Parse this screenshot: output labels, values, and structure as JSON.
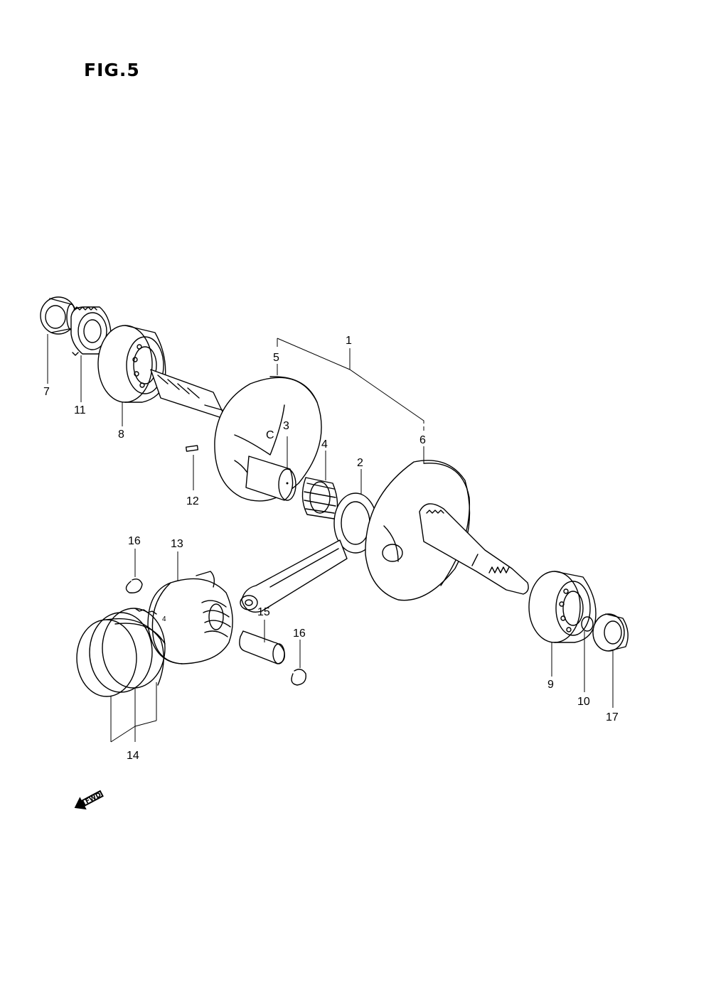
{
  "figure": {
    "title": "FIG.5"
  },
  "callouts": [
    {
      "id": "c1",
      "text": "1"
    },
    {
      "id": "c2",
      "text": "2"
    },
    {
      "id": "c3",
      "text": "3"
    },
    {
      "id": "c4",
      "text": "4"
    },
    {
      "id": "c5",
      "text": "5"
    },
    {
      "id": "c6",
      "text": "6"
    },
    {
      "id": "c7",
      "text": "7"
    },
    {
      "id": "c8",
      "text": "8"
    },
    {
      "id": "c9",
      "text": "9"
    },
    {
      "id": "c10",
      "text": "10"
    },
    {
      "id": "c11",
      "text": "11"
    },
    {
      "id": "c12",
      "text": "12"
    },
    {
      "id": "c13",
      "text": "13"
    },
    {
      "id": "c14",
      "text": "14"
    },
    {
      "id": "c15",
      "text": "15"
    },
    {
      "id": "c16a",
      "text": "16"
    },
    {
      "id": "c16b",
      "text": "16"
    },
    {
      "id": "c17",
      "text": "17"
    }
  ],
  "direction_marker": {
    "text": "FWD",
    "icon": "forward-arrow-icon"
  }
}
